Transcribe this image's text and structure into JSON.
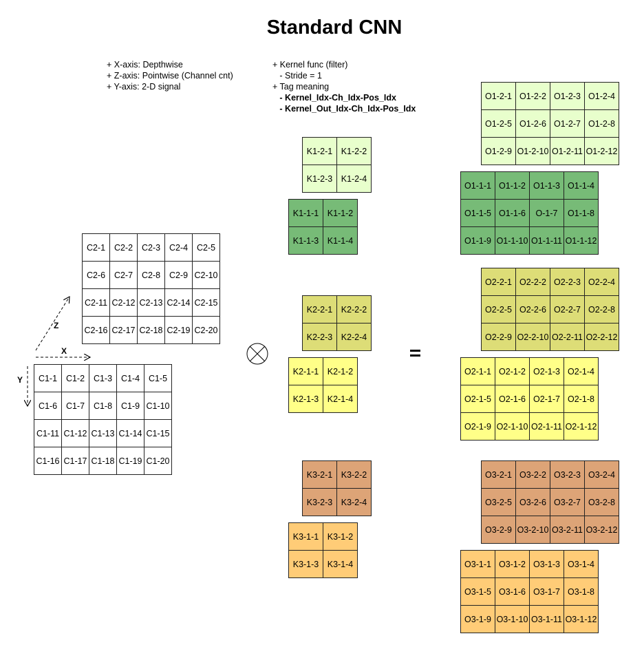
{
  "title": "Standard CNN",
  "notes_left": [
    "+ X-axis: Depthwise",
    "+ Z-axis: Pointwise (Channel cnt)",
    "+ Y-axis: 2-D signal"
  ],
  "notes_right": [
    "+ Kernel func (filter)",
    "   - Stride = 1",
    "+ Tag meaning",
    "   - Kernel_Idx-Ch_Idx-Pos_Idx",
    "   - Kernel_Out_Idx-Ch_Idx-Pos_Idx"
  ],
  "axes": {
    "x": "X",
    "y": "Y",
    "z": "Z"
  },
  "operators": {
    "convolution": "⊗",
    "equals": "="
  },
  "colors": {
    "input": "#ffffff",
    "k1_ch1": "#77bb77",
    "k1_ch2": "#e8ffcc",
    "k2_ch1": "#ffff88",
    "k2_ch2": "#dddd77",
    "k3_ch1": "#ffcc77",
    "k3_ch2": "#dda477"
  },
  "input_c2": [
    "C2-1",
    "C2-2",
    "C2-3",
    "C2-4",
    "C2-5",
    "C2-6",
    "C2-7",
    "C2-8",
    "C2-9",
    "C2-10",
    "C2-11",
    "C2-12",
    "C2-13",
    "C2-14",
    "C2-15",
    "C2-16",
    "C2-17",
    "C2-18",
    "C2-19",
    "C2-20"
  ],
  "input_c1": [
    "C1-1",
    "C1-2",
    "C1-3",
    "C1-4",
    "C1-5",
    "C1-6",
    "C1-7",
    "C1-8",
    "C1-9",
    "C1-10",
    "C1-11",
    "C1-12",
    "C1-13",
    "C1-14",
    "C1-15",
    "C1-16",
    "C1-17",
    "C1-18",
    "C1-19",
    "C1-20"
  ],
  "k1_2": [
    "K1-2-1",
    "K1-2-2",
    "K1-2-3",
    "K1-2-4"
  ],
  "k1_1": [
    "K1-1-1",
    "K1-1-2",
    "K1-1-3",
    "K1-1-4"
  ],
  "k2_2": [
    "K2-2-1",
    "K2-2-2",
    "K2-2-3",
    "K2-2-4"
  ],
  "k2_1": [
    "K2-1-1",
    "K2-1-2",
    "K2-1-3",
    "K2-1-4"
  ],
  "k3_2": [
    "K3-2-1",
    "K3-2-2",
    "K3-2-3",
    "K3-2-4"
  ],
  "k3_1": [
    "K3-1-1",
    "K3-1-2",
    "K3-1-3",
    "K3-1-4"
  ],
  "o1_2": [
    "O1-2-1",
    "O1-2-2",
    "O1-2-3",
    "O1-2-4",
    "O1-2-5",
    "O1-2-6",
    "O1-2-7",
    "O1-2-8",
    "O1-2-9",
    "O1-2-10",
    "O1-2-11",
    "O1-2-12"
  ],
  "o1_1": [
    "O1-1-1",
    "O1-1-2",
    "O1-1-3",
    "O1-1-4",
    "O1-1-5",
    "O1-1-6",
    "O-1-7",
    "O1-1-8",
    "O1-1-9",
    "O1-1-10",
    "O1-1-11",
    "O1-1-12"
  ],
  "o2_2": [
    "O2-2-1",
    "O2-2-2",
    "O2-2-3",
    "O2-2-4",
    "O2-2-5",
    "O2-2-6",
    "O2-2-7",
    "O2-2-8",
    "O2-2-9",
    "O2-2-10",
    "O2-2-11",
    "O2-2-12"
  ],
  "o2_1": [
    "O2-1-1",
    "O2-1-2",
    "O2-1-3",
    "O2-1-4",
    "O2-1-5",
    "O2-1-6",
    "O2-1-7",
    "O2-1-8",
    "O2-1-9",
    "O2-1-10",
    "O2-1-11",
    "O2-1-12"
  ],
  "o3_2": [
    "O3-2-1",
    "O3-2-2",
    "O3-2-3",
    "O3-2-4",
    "O3-2-5",
    "O3-2-6",
    "O3-2-7",
    "O3-2-8",
    "O3-2-9",
    "O3-2-10",
    "O3-2-11",
    "O3-2-12"
  ],
  "o3_1": [
    "O3-1-1",
    "O3-1-2",
    "O3-1-3",
    "O3-1-4",
    "O3-1-5",
    "O3-1-6",
    "O3-1-7",
    "O3-1-8",
    "O3-1-9",
    "O3-1-10",
    "O3-1-11",
    "O3-1-12"
  ]
}
